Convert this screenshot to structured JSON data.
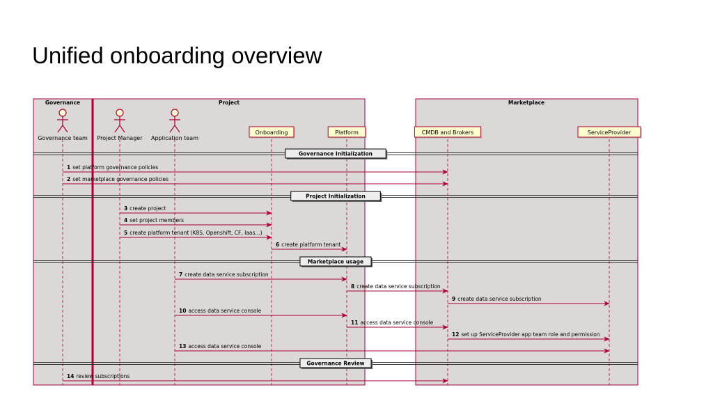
{
  "slide": {
    "title": "Unified onboarding overview"
  },
  "groups": [
    {
      "id": "governance",
      "label": "Governance"
    },
    {
      "id": "project",
      "label": "Project"
    },
    {
      "id": "marketplace",
      "label": "Marketplace"
    }
  ],
  "participants": [
    {
      "id": "governance-team",
      "label": "Governance team",
      "kind": "actor"
    },
    {
      "id": "project-manager",
      "label": "Project Manager",
      "kind": "actor"
    },
    {
      "id": "application-team",
      "label": "Application team",
      "kind": "actor"
    },
    {
      "id": "onboarding",
      "label": "Onboarding",
      "kind": "participant"
    },
    {
      "id": "platform",
      "label": "Platform",
      "kind": "participant"
    },
    {
      "id": "cmdb-and-brokers",
      "label": "CMDB and Brokers",
      "kind": "participant"
    },
    {
      "id": "serviceprovider",
      "label": "ServiceProvider",
      "kind": "participant"
    }
  ],
  "dividers": [
    {
      "label": "Governance Initialization"
    },
    {
      "label": "Project Initialization"
    },
    {
      "label": "Marketplace usage"
    },
    {
      "label": "Governance Review"
    }
  ],
  "messages": [
    {
      "num": "1",
      "text": "set platform governance policies",
      "from": "governance-team",
      "to": "cmdb-and-brokers"
    },
    {
      "num": "2",
      "text": "set marketplace governance policies",
      "from": "governance-team",
      "to": "cmdb-and-brokers"
    },
    {
      "num": "3",
      "text": "create project",
      "from": "project-manager",
      "to": "onboarding"
    },
    {
      "num": "4",
      "text": "set project members",
      "from": "project-manager",
      "to": "onboarding"
    },
    {
      "num": "5",
      "text": "create platform tenant (K8S, Openshift, CF, Iaas...)",
      "from": "project-manager",
      "to": "onboarding"
    },
    {
      "num": "6",
      "text": "create platform tenant",
      "from": "onboarding",
      "to": "platform"
    },
    {
      "num": "7",
      "text": "create data service subscription",
      "from": "application-team",
      "to": "platform"
    },
    {
      "num": "8",
      "text": "create data service subscription",
      "from": "platform",
      "to": "cmdb-and-brokers"
    },
    {
      "num": "9",
      "text": "create data service subscription",
      "from": "cmdb-and-brokers",
      "to": "serviceprovider"
    },
    {
      "num": "10",
      "text": "access data service console",
      "from": "application-team",
      "to": "platform"
    },
    {
      "num": "11",
      "text": "access data service console",
      "from": "platform",
      "to": "cmdb-and-brokers"
    },
    {
      "num": "12",
      "text": "set up ServiceProvider app team role and permission",
      "from": "cmdb-and-brokers",
      "to": "serviceprovider"
    },
    {
      "num": "13",
      "text": "access data service console",
      "from": "application-team",
      "to": "serviceprovider"
    },
    {
      "num": "14",
      "text": "review subscriptions",
      "from": "governance-team",
      "to": "cmdb-and-brokers"
    }
  ],
  "colors": {
    "line": "#a80036",
    "box_fill": "#ddd8d8",
    "participant_fill": "#fefece",
    "actor_fill": "#fefece",
    "text": "#000000"
  }
}
